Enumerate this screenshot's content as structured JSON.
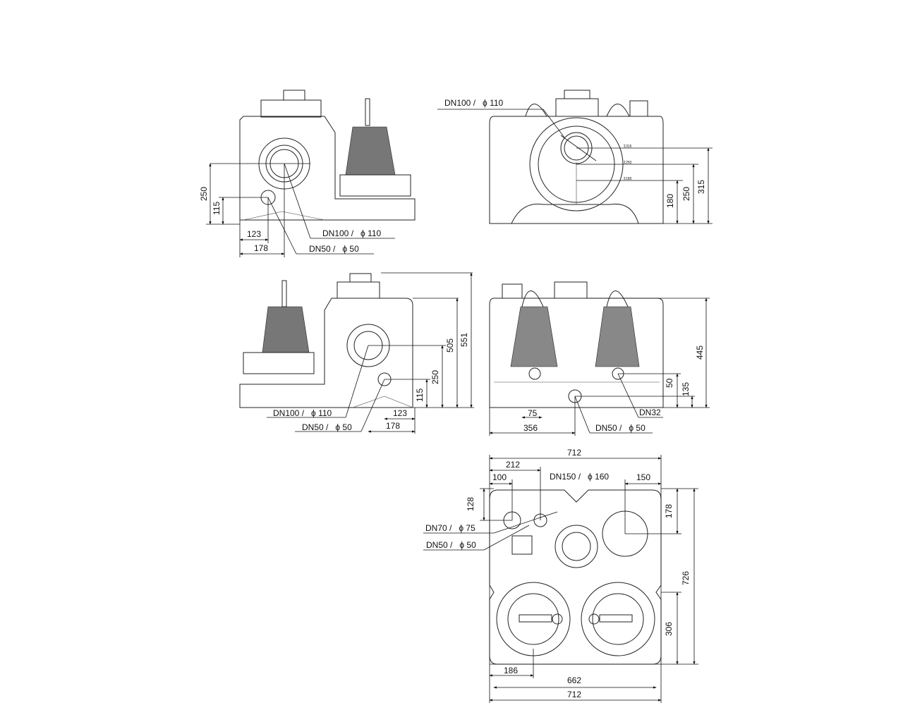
{
  "views": {
    "side_left_top": {
      "dim_250": "250",
      "dim_115": "115",
      "dim_123": "123",
      "dim_178": "178",
      "inlet_label": "DN100 /   ϕ 110",
      "vent_label": "DN50 /   ϕ 50"
    },
    "front_top": {
      "inlet_label": "DN100 /   ϕ 110",
      "dim_180": "180",
      "dim_250": "250",
      "dim_315": "315",
      "small_315": "Σ315",
      "small_250": "Σ250",
      "small_180": "Σ180"
    },
    "side_right_mid": {
      "inlet_label": "DN100 /   ϕ 110",
      "vent_label": "DN50 /   ϕ 50",
      "dim_123": "123",
      "dim_178": "178",
      "dim_115": "115",
      "dim_250": "250",
      "dim_505": "505",
      "dim_551": "551"
    },
    "back_mid": {
      "dim_445": "445",
      "dim_50": "50",
      "dim_135": "135",
      "dim_75": "75",
      "dim_356": "356",
      "drain_label": "DN32",
      "vent_label": "DN50 /   ϕ 50"
    },
    "top_view": {
      "dim_712_top": "712",
      "dim_212": "212",
      "dim_100": "100",
      "outlet_label": "DN150 /   ϕ 160",
      "dim_150": "150",
      "dim_128": "128",
      "dim_178": "178",
      "dim_726": "726",
      "dim_306": "306",
      "inlet70_label": "DN70 /   ϕ 75",
      "inlet50_label": "DN50 /   ϕ 50",
      "dim_186": "186",
      "dim_662": "662",
      "dim_712_bottom": "712"
    }
  }
}
